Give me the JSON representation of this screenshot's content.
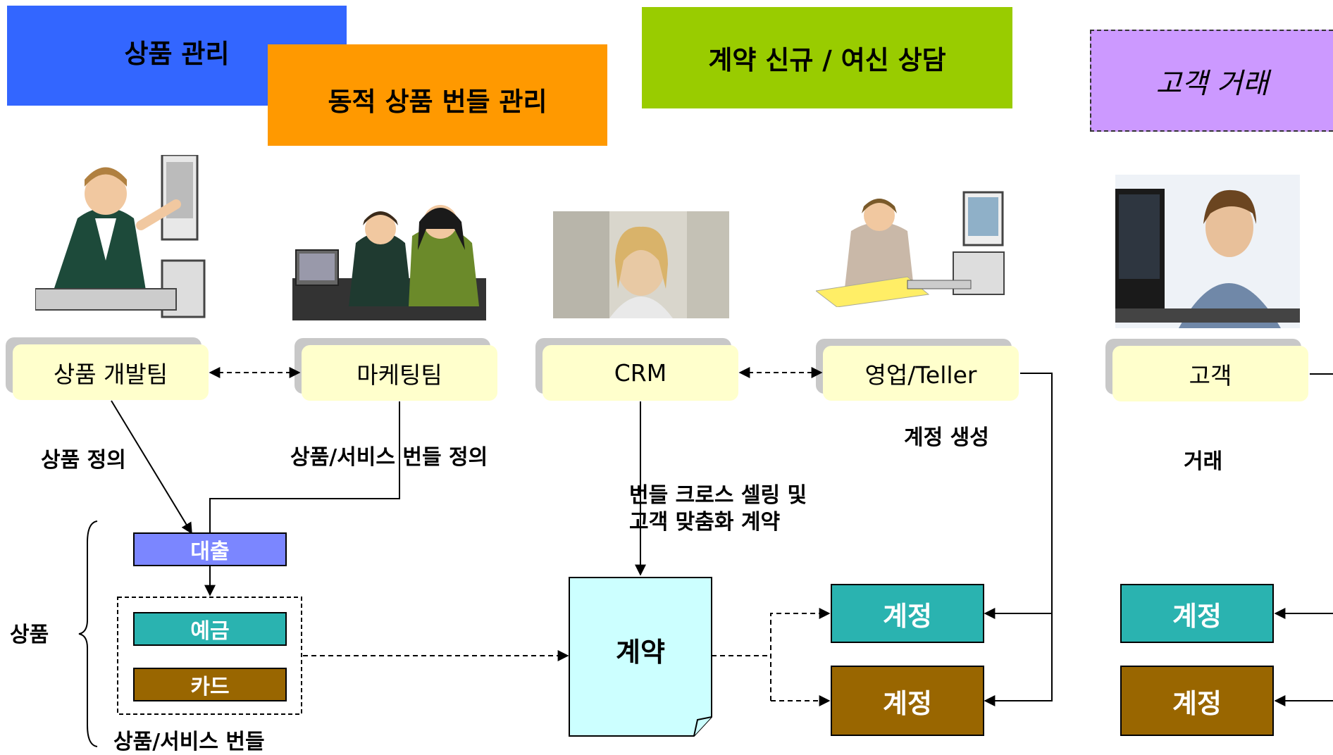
{
  "banners": {
    "product_mgmt": "상품 관리",
    "bundle_mgmt": "동적 상품 번들 관리",
    "contract": "계약 신규 / 여신 상담",
    "customer_tx": "고객 거래"
  },
  "roles": {
    "product_dev": "상품 개발팀",
    "marketing": "마케팅팀",
    "crm": "CRM",
    "sales": "영업/Teller",
    "customer": "고객"
  },
  "flow_labels": {
    "product_def": "상품 정의",
    "bundle_def": "상품/서비스 번들 정의",
    "account_create": "계정 생성",
    "transaction": "거래",
    "cross_sell_1": "번들 크로스 셀링 및",
    "cross_sell_2": "고객 맞춤화 계약"
  },
  "products": {
    "group_label": "상품",
    "loan": "대출",
    "deposit": "예금",
    "card": "카드",
    "bundle_label": "상품/서비스 번들"
  },
  "contract_doc": "계약",
  "accounts": {
    "a1": "계정",
    "a2": "계정",
    "a3": "계정",
    "a4": "계정"
  },
  "colors": {
    "blue": "#3366ff",
    "orange": "#ff9900",
    "green": "#99cc00",
    "purple": "#cc99ff",
    "role_fill": "#ffffcc",
    "loan": "#7b86ff",
    "teal": "#2ab3b0",
    "brown": "#996600",
    "contract_fill": "#ccffff"
  }
}
